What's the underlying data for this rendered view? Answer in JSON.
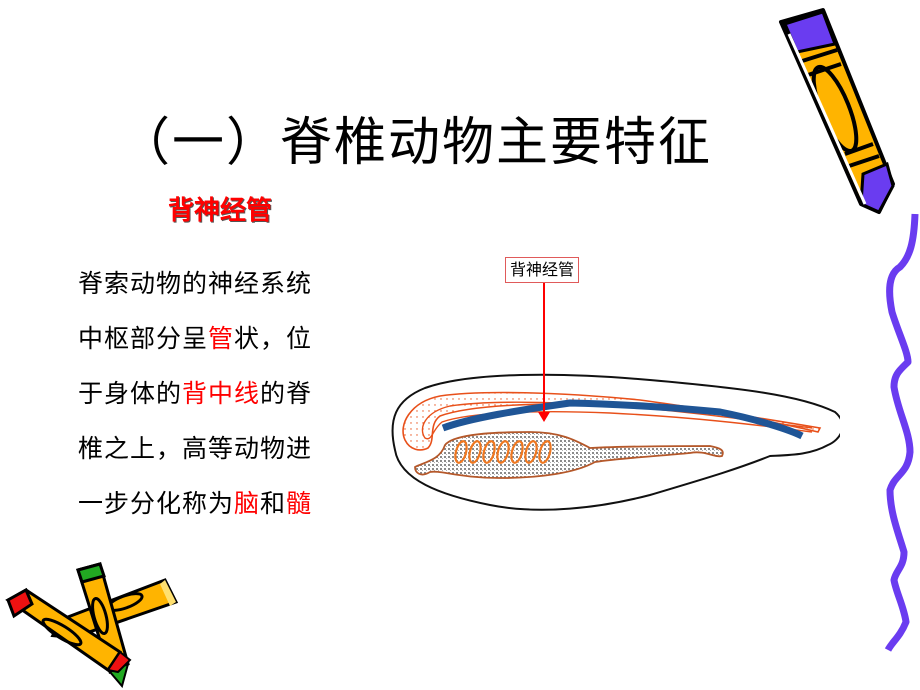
{
  "slide": {
    "title": "（一）脊椎动物主要特征",
    "subtitle": "背神经管",
    "paragraph": {
      "lines": [
        [
          {
            "text": "脊索动物的神经系统",
            "highlight": false
          }
        ],
        [
          {
            "text": "中枢部分呈",
            "highlight": false
          },
          {
            "text": "管",
            "highlight": true
          },
          {
            "text": "状，位",
            "highlight": false
          }
        ],
        [
          {
            "text": "于身体的",
            "highlight": false
          },
          {
            "text": "背中线",
            "highlight": true
          },
          {
            "text": "的脊",
            "highlight": false
          }
        ],
        [
          {
            "text": "椎之上，高等动物进",
            "highlight": false
          }
        ],
        [
          {
            "text": "一步分化称为",
            "highlight": false
          },
          {
            "text": "脑",
            "highlight": true
          },
          {
            "text": "和",
            "highlight": false
          },
          {
            "text": "髓",
            "highlight": true
          }
        ]
      ]
    },
    "diagram": {
      "label": "背神经管",
      "colors": {
        "outline": "#000000",
        "neural_tube": "#1f5596",
        "orange_lines": "#e8501a",
        "gut_outline": "#b5582a",
        "somites": "#f07820",
        "arrow": "#ff0000",
        "label_border": "#e05a5a"
      }
    },
    "colors": {
      "highlight": "#ff0000",
      "text": "#000000",
      "pencil_yellow": "#ffb400",
      "pencil_purple": "#6a3cf0",
      "pencil_red": "#ee1111",
      "pencil_green": "#22aa22"
    },
    "decorations": [
      "pencil-top-right",
      "squiggle-line-right",
      "pencils-bottom-left"
    ]
  }
}
